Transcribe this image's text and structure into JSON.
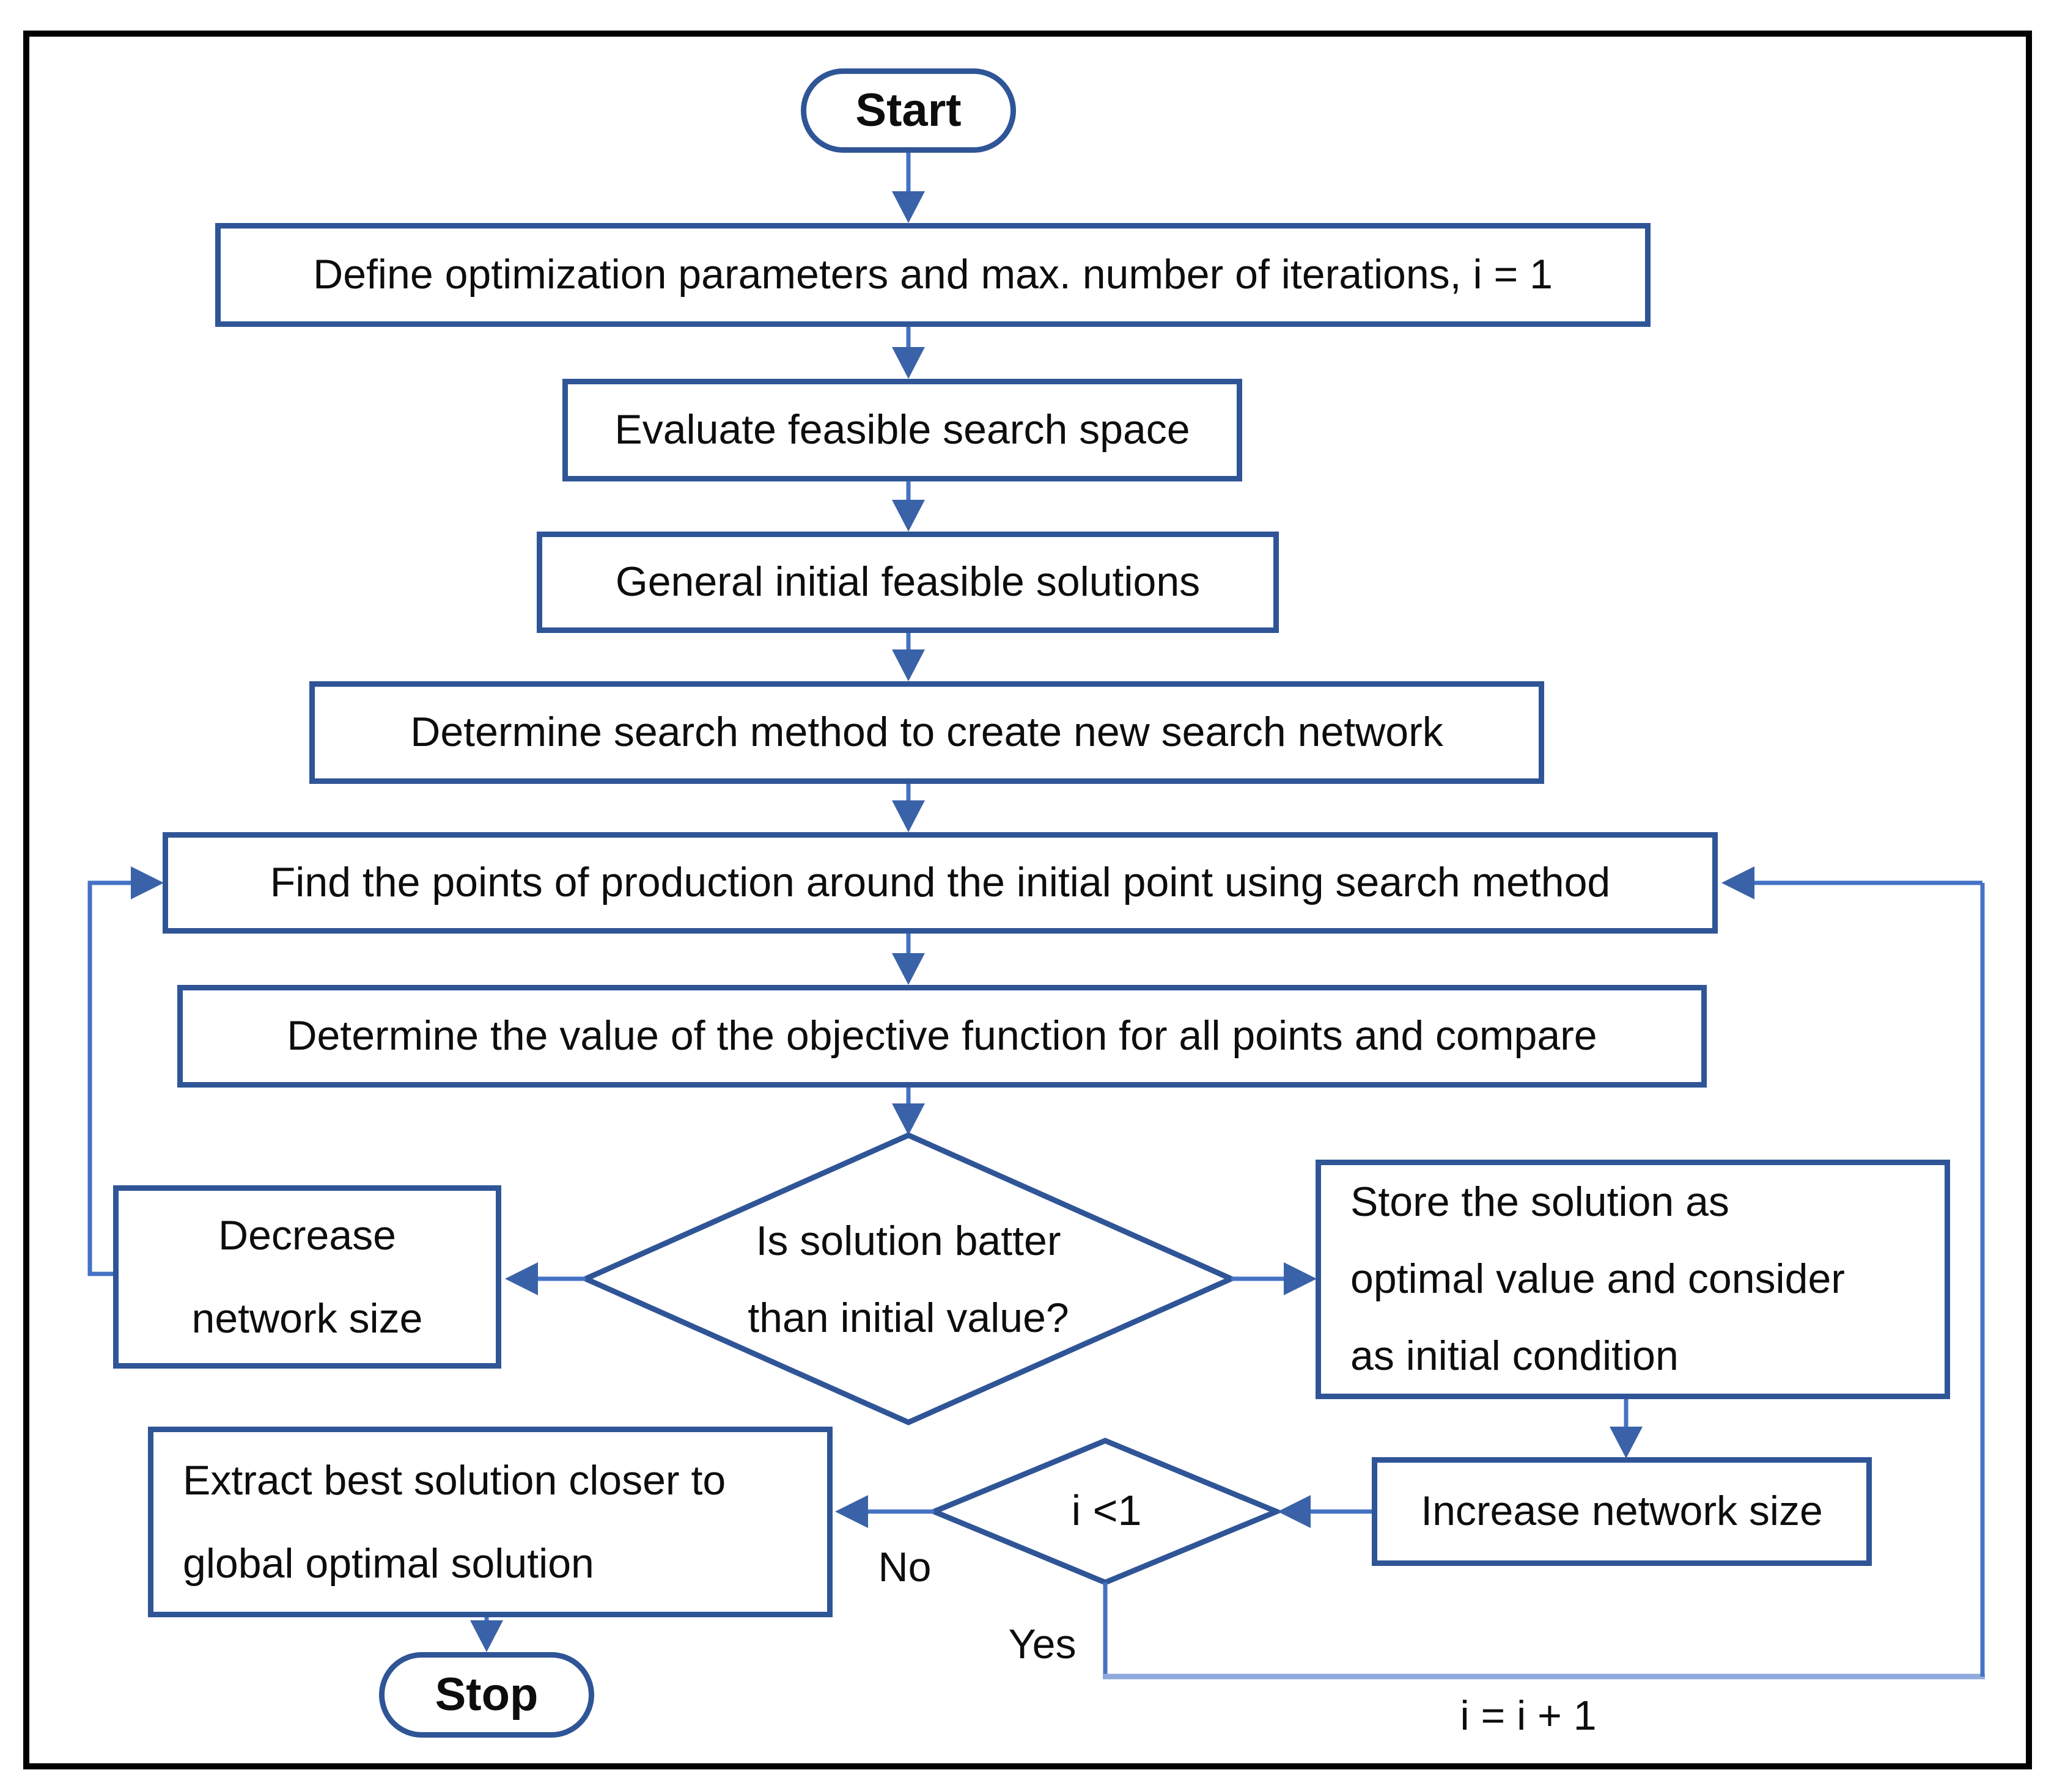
{
  "colors": {
    "box-border": "#2f5597",
    "line": "#4472c4",
    "line-light": "#8faadc",
    "arrow": "#3a62a8",
    "text": "#0d0d0d",
    "page-border": "#000000",
    "background": "#ffffff"
  },
  "flowchart": {
    "nodes": {
      "start": {
        "label": "Start"
      },
      "define_parameters": {
        "label": "Define optimization parameters and max. number of iterations, i = 1"
      },
      "evaluate_search_space": {
        "label": "Evaluate feasible search space"
      },
      "generate_initial_solutions": {
        "label": "General initial feasible solutions"
      },
      "determine_search_method": {
        "label": "Determine search method to create new search network"
      },
      "find_points": {
        "label": "Find the points of production around the initial point using search method"
      },
      "evaluate_objective": {
        "label": "Determine the value of the objective function for all points and compare"
      },
      "solution_better_decision": {
        "line1": "Is solution batter",
        "line2": "than initial value?"
      },
      "decrease_network": {
        "line1": "Decrease",
        "line2": "network size"
      },
      "store_solution": {
        "line1": "Store the solution as",
        "line2": "optimal value and consider",
        "line3": "as initial condition"
      },
      "increase_network": {
        "label": "Increase network size"
      },
      "iteration_decision": {
        "label": "i <1"
      },
      "extract_best": {
        "line1": "Extract best solution closer to",
        "line2": "global optimal solution"
      },
      "stop": {
        "label": "Stop"
      }
    },
    "edge_labels": {
      "no": "No",
      "yes": "Yes",
      "increment": "i = i + 1"
    }
  }
}
